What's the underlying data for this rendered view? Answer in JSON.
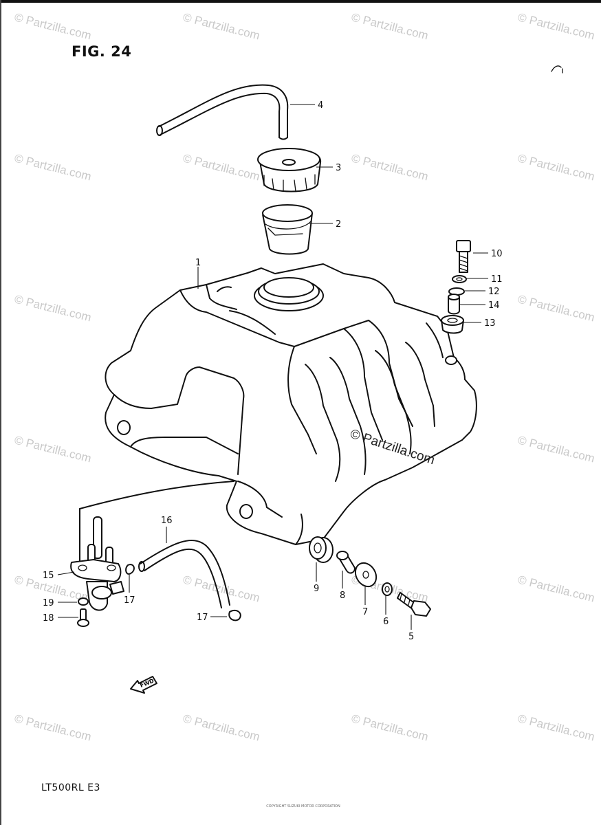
{
  "figure": {
    "title": "FIG. 24",
    "model_code": "LT500RL  E3",
    "fwd_label": "FWD",
    "footer_note": "COPYRIGHT SUZUKI MOTOR CORPORATION"
  },
  "watermark": {
    "text": "© Partzilla.com",
    "main_text": "© Partzilla.com"
  },
  "callouts": {
    "c1": "1",
    "c2": "2",
    "c3": "3",
    "c4": "4",
    "c5": "5",
    "c6": "6",
    "c7": "7",
    "c8": "8",
    "c9": "9",
    "c10": "10",
    "c11": "11",
    "c12": "12",
    "c13": "13",
    "c14": "14",
    "c15": "15",
    "c16": "16",
    "c17a": "17",
    "c17b": "17",
    "c18": "18",
    "c19": "19"
  }
}
